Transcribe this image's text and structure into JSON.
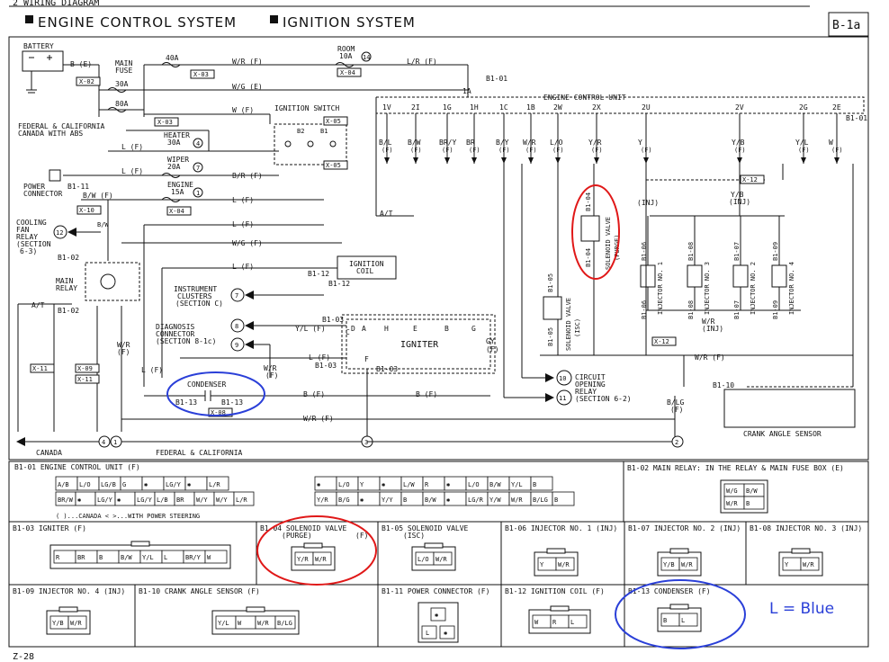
{
  "header": {
    "section_label": "2  WIRING DIAGRAM",
    "title_left": "ENGINE CONTROL SYSTEM",
    "title_right": "IGNITION SYSTEM",
    "page_code": "B-1a",
    "page_num": "Z-28"
  },
  "supply": {
    "battery": "BATTERY",
    "b_e": "B (E)",
    "main_fuse": "MAIN",
    "main_fuse2": "FUSE",
    "f40": "40A",
    "f30": "30A",
    "f80": "80A",
    "x03a": "X-03",
    "x02": "X-02",
    "x03b": "X-03",
    "room": "ROOM",
    "room_a": "10A",
    "room_num": "14",
    "x04a": "X-04",
    "w_r": "W/R (F)",
    "w_g": "W/G (E)",
    "w_f": "W (F)",
    "l_r": "L/R (F)",
    "fed_cal1": "FEDERAL & CALIFORNIA",
    "fed_cal2": "CANADA WITH ABS",
    "heater": "HEATER",
    "heater_a": "30A",
    "heater_n": "4",
    "wiper": "WIPER",
    "wiper_a": "20A",
    "wiper_n": "7",
    "engine": "ENGINE",
    "engine_a": "15A",
    "engine_n": "1",
    "x04b": "X-04",
    "power1": "POWER",
    "power2": "CONNECTOR",
    "b1_11": "B1-11",
    "b_w": "B/W (F)",
    "x10": "X-10",
    "l_f1": "L (F)",
    "l_f2": "L (F)",
    "br_f": "B/R (F)",
    "cooling1": "COOLING",
    "cooling2": "FAN",
    "cooling3": "RELAY",
    "cooling4": "(SECTION",
    "cooling5": "6-3)",
    "cooling_n": "12",
    "bw_small": "B/W",
    "main_relay1": "MAIN",
    "main_relay2": "RELAY",
    "b1_02a": "B1-02",
    "b1_02b": "B1-02",
    "at": "A/T",
    "x11": "X-11",
    "x09": "X-09",
    "x11b": "X-11",
    "canada": "CANADA",
    "fedcal": "FEDERAL & CALIFORNIA"
  },
  "ignsw": {
    "title": "IGNITION SWITCH",
    "x05a": "X-05",
    "x05b": "X-05",
    "b2": "B2",
    "b1": "B1"
  },
  "ecu": {
    "title": "ENGINE CONTROL UNIT",
    "b1_01": "B1-01",
    "b1_01b": "B1-01",
    "pin_1a": "1A",
    "pins": [
      "1V",
      "2I",
      "1G",
      "1H",
      "1C",
      "1B",
      "2W",
      "2X",
      "2U",
      "2V",
      "2G",
      "2E"
    ],
    "wires": [
      "B/L",
      "B/W",
      "BR/Y",
      "BR",
      "B/Y",
      "W/R",
      "L/O",
      "Y/R",
      "Y",
      "Y/B",
      "Y/L",
      "W"
    ],
    "f": "(F)"
  },
  "middle": {
    "ign_coil1": "IGNITION",
    "ign_coil2": "COIL",
    "b1_12a": "B1-12",
    "b1_12b": "B1-12",
    "l_f": "L (F)",
    "w_g_f": "W/G (F)",
    "l_f3": "L (F)",
    "instr1": "INSTRUMENT",
    "instr2": "CLUSTERS",
    "instr3": "(SECTION C)",
    "instr_n": "7",
    "diag1": "DIAGNOSIS",
    "diag2": "CONNECTOR",
    "diag3": "(SECTION 8-1c)",
    "diag_n1": "8",
    "diag_n2": "9",
    "y_l": "Y/L (F)",
    "b1_03a": "B1-03",
    "b1_03b": "B1-03",
    "b1_03c": "B1-03",
    "igniter": "IGNITER",
    "ign_pins": [
      "D",
      "A",
      "H",
      "E",
      "B",
      "G"
    ],
    "ign_c": "C",
    "ign_f": "F",
    "gy": "GY",
    "gy_f": "(F)",
    "w_f": "W (F)",
    "w_r": "W/R",
    "l_f_left": "L (F)",
    "condenser": "CONDENSER",
    "b1_13a": "B1-13",
    "b1_13b": "B1-13",
    "b_f1": "B (F)",
    "b_f2": "B (F)",
    "x08": "X-08",
    "w_r_f": "W/R (F)",
    "node3": "3",
    "node4": "4",
    "node1": "1",
    "node2": "2",
    "l_f_side": "L (F)",
    "b_f_side": "B (F)",
    "wr_b": "W/R",
    "b_f_b": "(F)"
  },
  "right": {
    "sv_purge_id": "B1-04",
    "sv_purge_id2": "B1-04",
    "sv_purge1": "SOLENOID VALVE",
    "sv_purge2": "(PURGE)",
    "sv_isc_id": "B1-05",
    "sv_isc_id2": "B1-05",
    "sv_isc1": "SOLENOID VALVE",
    "sv_isc2": "(ISC)",
    "inj_label": "(INJ)",
    "inj_label2": "(INJ)",
    "x12a": "X-12",
    "x12b": "X-12",
    "yb": "Y/B",
    "inj1": "INJECTOR NO. 1",
    "inj3": "INJECTOR NO. 3",
    "inj2": "INJECTOR NO. 2",
    "inj4": "INJECTOR NO. 4",
    "b1_06a": "B1-06",
    "b1_06b": "B1-06",
    "b1_08a": "B1-08",
    "b1_08b": "B1-08",
    "b1_07a": "B1-07",
    "b1_07b": "B1-07",
    "b1_09a": "B1-09",
    "b1_09b": "B1-09",
    "wr_inj1": "W/R",
    "wr_inj2": "(INJ)",
    "circuit1": "CIRCUIT",
    "circuit2": "OPENING",
    "circuit3": "RELAY",
    "circuit4": "(SECTION 6-2)",
    "circuit_n1": "10",
    "circuit_n2": "11",
    "b_lg": "B/LG",
    "b_lg_f": "(F)",
    "w_r_f": "W/R (F)",
    "b1_10": "B1-10",
    "cas": "CRANK ANGLE SENSOR"
  },
  "connectors": {
    "b1_01": {
      "title": "B1-01 ENGINE CONTROL UNIT (F)",
      "row1": [
        "A/B",
        "L/O",
        "LG/B",
        "G",
        "✱",
        "LG/Y",
        "✱",
        "L/R"
      ],
      "row2": [
        "BR/W",
        "✱",
        "LG/Y",
        "✱",
        "LG/Y",
        "L/B",
        "BR",
        "W/Y",
        "W/Y",
        "L/R"
      ],
      "row3": [
        "✱",
        "L/O",
        "Y",
        "✱",
        "L/W",
        "R",
        "✱",
        "L/O",
        "B/W",
        "Y/L",
        "B"
      ],
      "row4": [
        "Y/R",
        "B/G",
        "✱",
        "Y/Y",
        "B",
        "B/W",
        "✱",
        "LG/R",
        "Y/W",
        "W/R",
        "B/LG",
        "B"
      ],
      "footnote": "( )...CANADA  < >...WITH POWER STEERING"
    },
    "b1_02": {
      "title": "B1-02 MAIN RELAY: IN THE RELAY & MAIN FUSE BOX (E)",
      "pins": [
        "W/G",
        "B/W",
        "W/R",
        "B"
      ]
    },
    "b1_03": {
      "title": "B1-03 IGNITER (F)",
      "pins": [
        "R",
        "BR",
        "B",
        "B/W",
        "Y/L",
        "L",
        "BR/Y",
        "W"
      ]
    },
    "b1_04": {
      "title": "B1-04 SOLENOID VALVE",
      "sub": "(PURGE)",
      "f": "(F)",
      "pins": [
        "Y/R",
        "W/R"
      ]
    },
    "b1_05": {
      "title": "B1-05 SOLENOID VALVE",
      "sub": "(ISC)",
      "pins": [
        "L/O",
        "W/R"
      ]
    },
    "b1_06": {
      "title": "B1-06 INJECTOR NO. 1 (INJ)",
      "pins": [
        "Y",
        "W/R"
      ]
    },
    "b1_07": {
      "title": "B1-07 INJECTOR NO. 2 (INJ)",
      "pins": [
        "Y/B",
        "W/R"
      ]
    },
    "b1_08": {
      "title": "B1-08 INJECTOR NO. 3 (INJ)",
      "pins": [
        "Y",
        "W/R"
      ]
    },
    "b1_09": {
      "title": "B1-09 INJECTOR NO. 4 (INJ)",
      "pins": [
        "Y/B",
        "W/R"
      ]
    },
    "b1_10": {
      "title": "B1-10 CRANK ANGLE SENSOR (F)",
      "pins": [
        "Y/L",
        "W",
        "W/R",
        "B/LG"
      ]
    },
    "b1_11": {
      "title": "B1-11 POWER CONNECTOR (F)",
      "pins": [
        "✱",
        "L",
        "✱"
      ]
    },
    "b1_12": {
      "title": "B1-12 IGNITION COIL (F)",
      "pins": [
        "W",
        "R",
        "L"
      ]
    },
    "b1_13": {
      "title": "B1-13 CONDENSER (F)",
      "pins": [
        "B",
        "L"
      ]
    }
  },
  "annotation": {
    "note": "L = Blue",
    "red_color": "#e01818",
    "blue_color": "#2a3fd8"
  }
}
